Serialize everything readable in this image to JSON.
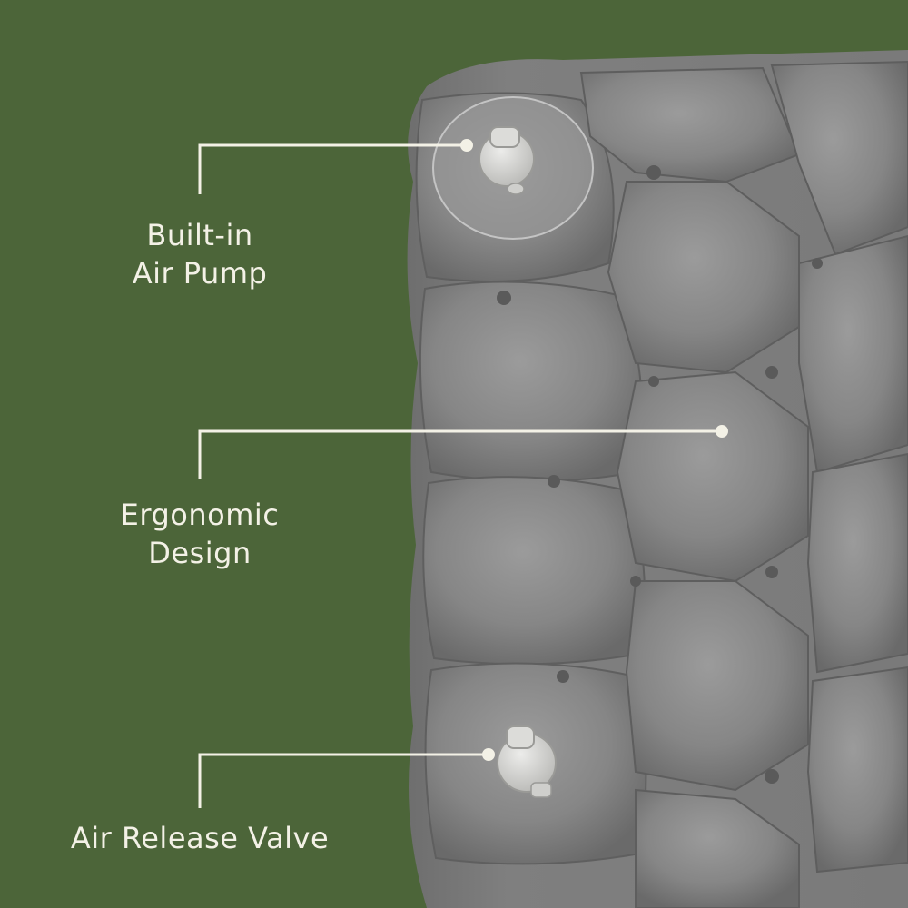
{
  "colors": {
    "background": "#4c6539",
    "mat": "#858585",
    "callout_line": "#f3f1e6",
    "label_text": "#f3f1e6",
    "valve": "#d6d6d2"
  },
  "callouts": [
    {
      "id": "pump",
      "lines": [
        "Built-in",
        "Air Pump"
      ]
    },
    {
      "id": "ergonomic",
      "lines": [
        "Ergonomic",
        "Design"
      ]
    },
    {
      "id": "valve",
      "lines": [
        "Air Release Valve"
      ]
    }
  ]
}
